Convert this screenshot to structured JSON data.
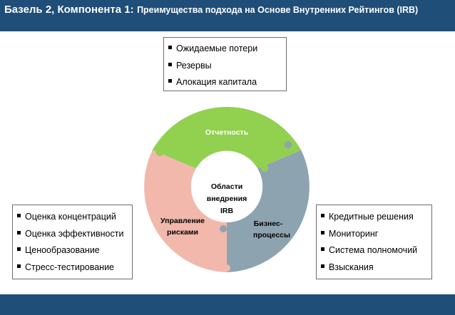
{
  "header": {
    "title_main": "Базель 2, Компонента 1:",
    "title_sub": "Преимущества подхода на Основе Внутренних Рейтингов (IRB)"
  },
  "boxes": {
    "top": {
      "items": [
        "Ожидаемые потери",
        "Резервы",
        "Алокация капитала"
      ]
    },
    "left": {
      "items": [
        "Оценка концентраций",
        "Оценка эффективности",
        "Ценообразование",
        "Стресс-тестирование"
      ]
    },
    "right": {
      "items": [
        "Кредитные решения",
        "Мониторинг",
        "Система полномочий",
        "Взыскания"
      ]
    }
  },
  "diagram": {
    "center": [
      "Области",
      "внедрения",
      "IRB"
    ],
    "segments": {
      "reporting": {
        "label": "Отчетность",
        "color": "#92d050"
      },
      "risk": {
        "label_line1": "Управление",
        "label_line2": "рисками",
        "color": "#f2b8ac"
      },
      "business": {
        "label_line1": "Бизнес-",
        "label_line2": "процессы",
        "color": "#8ea3b0"
      }
    }
  },
  "colors": {
    "header_bg": "#1f4e79",
    "footer_bg": "#1f4e79"
  }
}
